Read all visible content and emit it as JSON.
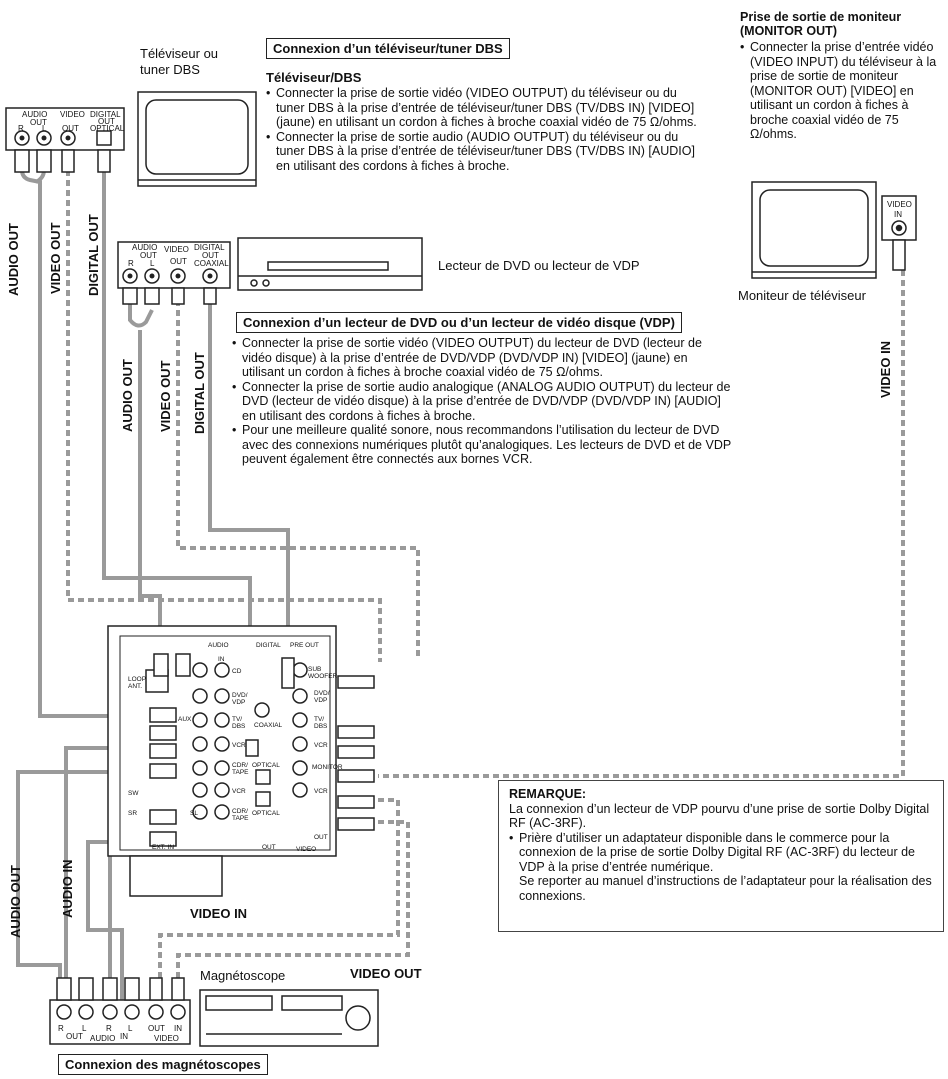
{
  "tv_section": {
    "device_caption_1": "Téléviseur ou",
    "device_caption_2": "tuner DBS",
    "title": "Connexion d’un téléviseur/tuner DBS",
    "subtitle": "Téléviseur/DBS",
    "bullets": [
      "Connecter la prise de sortie vidéo (VIDEO OUTPUT) du téléviseur ou du tuner DBS à la prise d’entrée de téléviseur/tuner DBS (TV/DBS IN) [VIDEO] (jaune) en utilisant un cordon à fiches à broche coaxial vidéo de 75 Ω/ohms.",
      "Connecter la prise de sortie audio (AUDIO OUTPUT) du téléviseur ou du tuner DBS à la prise d’entrée de téléviseur/tuner DBS (TV/DBS IN) [AUDIO] en utilisant des cordons à fiches à broche."
    ],
    "jack_labels": {
      "audio": "AUDIO",
      "out": "OUT",
      "r": "R",
      "l": "L",
      "video": "VIDEO",
      "video_out": "OUT",
      "digital": "DIGITAL",
      "digital_out": "OUT",
      "optical": "OPTICAL"
    }
  },
  "monitor_section": {
    "title_1": "Prise de sortie de moniteur",
    "title_2": "(MONITOR OUT)",
    "bullet": "Connecter la prise d’entrée vidéo (VIDEO INPUT) du téléviseur à la prise de sortie de moniteur (MONITOR OUT) [VIDEO] en utilisant un cordon à fiches à broche coaxial vidéo de 75 Ω/ohms.",
    "caption": "Moniteur de téléviseur",
    "jack_video": "VIDEO",
    "jack_in": "IN"
  },
  "dvd_section": {
    "device_caption": "Lecteur de DVD ou lecteur de VDP",
    "title": "Connexion d’un lecteur de DVD ou d’un lecteur de vidéo disque (VDP)",
    "bullets": [
      "Connecter la prise de sortie vidéo (VIDEO OUTPUT) du lecteur de DVD (lecteur de vidéo disque) à la prise d’entrée de DVD/VDP (DVD/VDP IN) [VIDEO] (jaune) en utilisant un cordon à fiches à broche coaxial vidéo de 75 Ω/ohms.",
      "Connecter la prise de sortie audio analogique (ANALOG AUDIO OUTPUT) du lecteur de DVD (lecteur de vidéo disque) à la prise d’entrée de DVD/VDP (DVD/VDP IN) [AUDIO] en utilisant des cordons à fiches à broche.",
      "Pour une meilleure qualité sonore, nous recommandons l’utilisation du lecteur de DVD avec des connexions numériques plutôt qu’analogiques. Les lecteurs de DVD et de VDP peuvent également être connectés aux bornes VCR."
    ],
    "jack_labels": {
      "audio": "AUDIO",
      "out": "OUT",
      "r": "R",
      "l": "L",
      "video": "VIDEO",
      "video_out": "OUT",
      "digital": "DIGITAL",
      "digital_out": "OUT",
      "coaxial": "COAXIAL"
    }
  },
  "cable_labels": {
    "audio_out": "AUDIO OUT",
    "video_out": "VIDEO OUT",
    "digital_out": "DIGITAL OUT",
    "video_in": "VIDEO IN",
    "audio_in": "AUDIO IN"
  },
  "vcr_section": {
    "device_caption": "Magnétoscope",
    "title": "Connexion des magnétoscopes",
    "jack_labels": {
      "r": "R",
      "l": "L",
      "out": "OUT",
      "in": "IN",
      "audio": "AUDIO",
      "video": "VIDEO"
    }
  },
  "note": {
    "title": "REMARQUE:",
    "intro": "La connexion d’un lecteur de VDP pourvu d’une prise de sortie Dolby Digital RF (AC-3RF).",
    "bullet": "Prière d’utiliser un adaptateur disponible dans le commerce pour la connexion de la prise de sortie Dolby Digital RF (AC-3RF) du lecteur de VDP à la prise d’entrée numérique.",
    "extra": "Se reporter au manuel d’instructions de l’adaptateur pour la réalisation des connexions."
  },
  "receiver": {
    "labels": [
      "AUDIO",
      "DIGITAL",
      "PRE OUT",
      "IN",
      "CD",
      "DVD/ VDP",
      "TV/ DBS",
      "VCR",
      "CDR/ TAPE",
      "VCR",
      "CDR/ TAPE",
      "LOOP ANT.",
      "AUX",
      "SW",
      "SR",
      "SL",
      "EXT. IN",
      "COAXIAL",
      "OPTICAL",
      "OPTICAL",
      "OUT",
      "SUB WOOFER",
      "DVD/ VDP",
      "TV/ DBS",
      "VCR",
      "MONITOR",
      "VCR",
      "OUT",
      "VIDEO"
    ]
  }
}
